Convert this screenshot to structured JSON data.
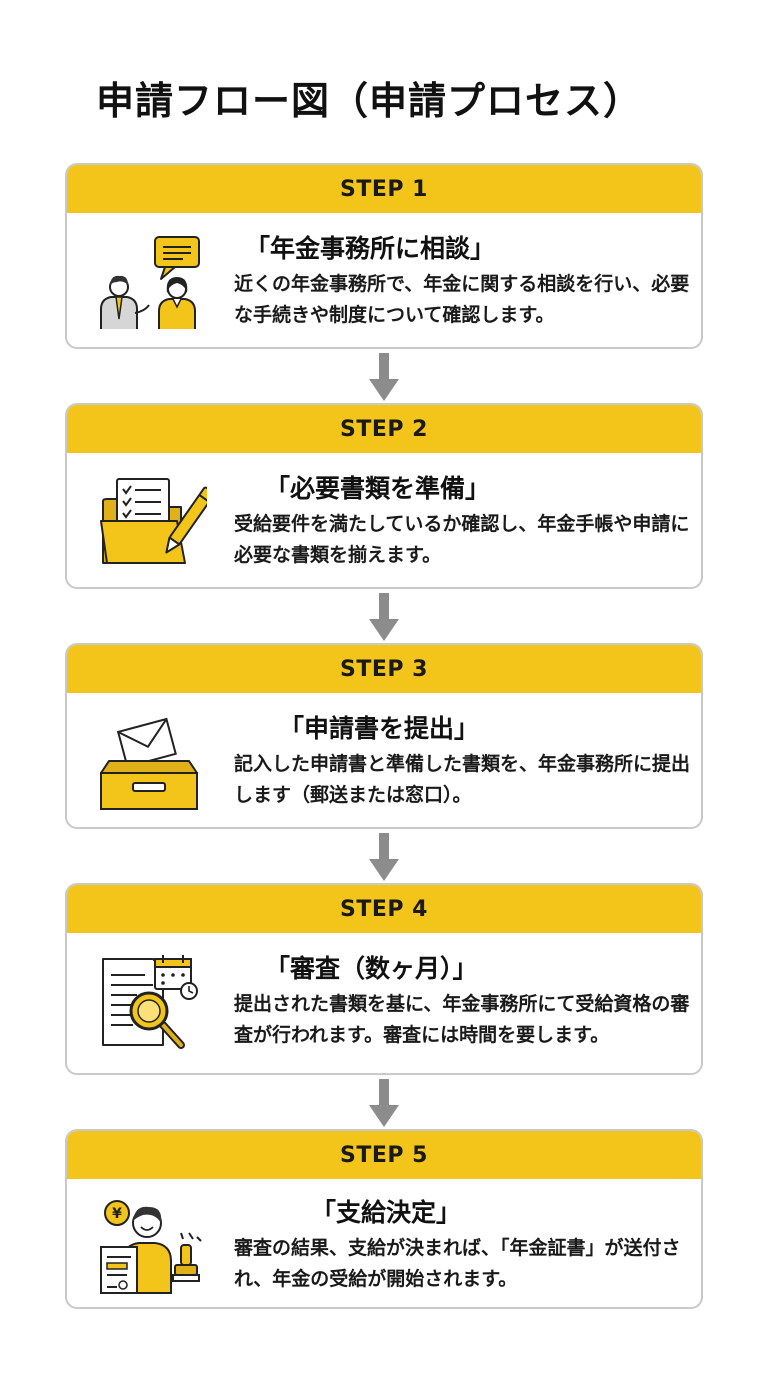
{
  "title": "申請フロー図（申請プロセス）",
  "steps": [
    {
      "label": "STEP 1",
      "title": "「年金事務所に相談」",
      "desc": "近くの年金事務所で、年金に関する相談を行い、必要な手続きや制度について確認します。",
      "icon": "consultation-icon"
    },
    {
      "label": "STEP 2",
      "title": "「必要書類を準備」",
      "desc": "受給要件を満たしているか確認し、年金手帳や申請に必要な書類を揃えます。",
      "icon": "document-folder-icon"
    },
    {
      "label": "STEP 3",
      "title": "「申請書を提出」",
      "desc": "記入した申請書と準備した書類を、年金事務所に提出します（郵送または窓口）。",
      "icon": "submit-tray-icon"
    },
    {
      "label": "STEP 4",
      "title": "「審査（数ヶ月）」",
      "desc": "提出された書類を基に、年金事務所にて受給資格の審査が行われます。審査には時間を要します。",
      "icon": "review-magnifier-icon"
    },
    {
      "label": "STEP 5",
      "title": "「支給決定」",
      "desc": "審査の結果、支給が決まれば、「年金証書」が送付され、年金の受給が開始されます。",
      "icon": "certificate-person-icon",
      "icon_text": "¥"
    }
  ],
  "colors": {
    "accent": "#f3c51b",
    "border": "#c9c9c9",
    "arrow": "#8c8c8c"
  }
}
